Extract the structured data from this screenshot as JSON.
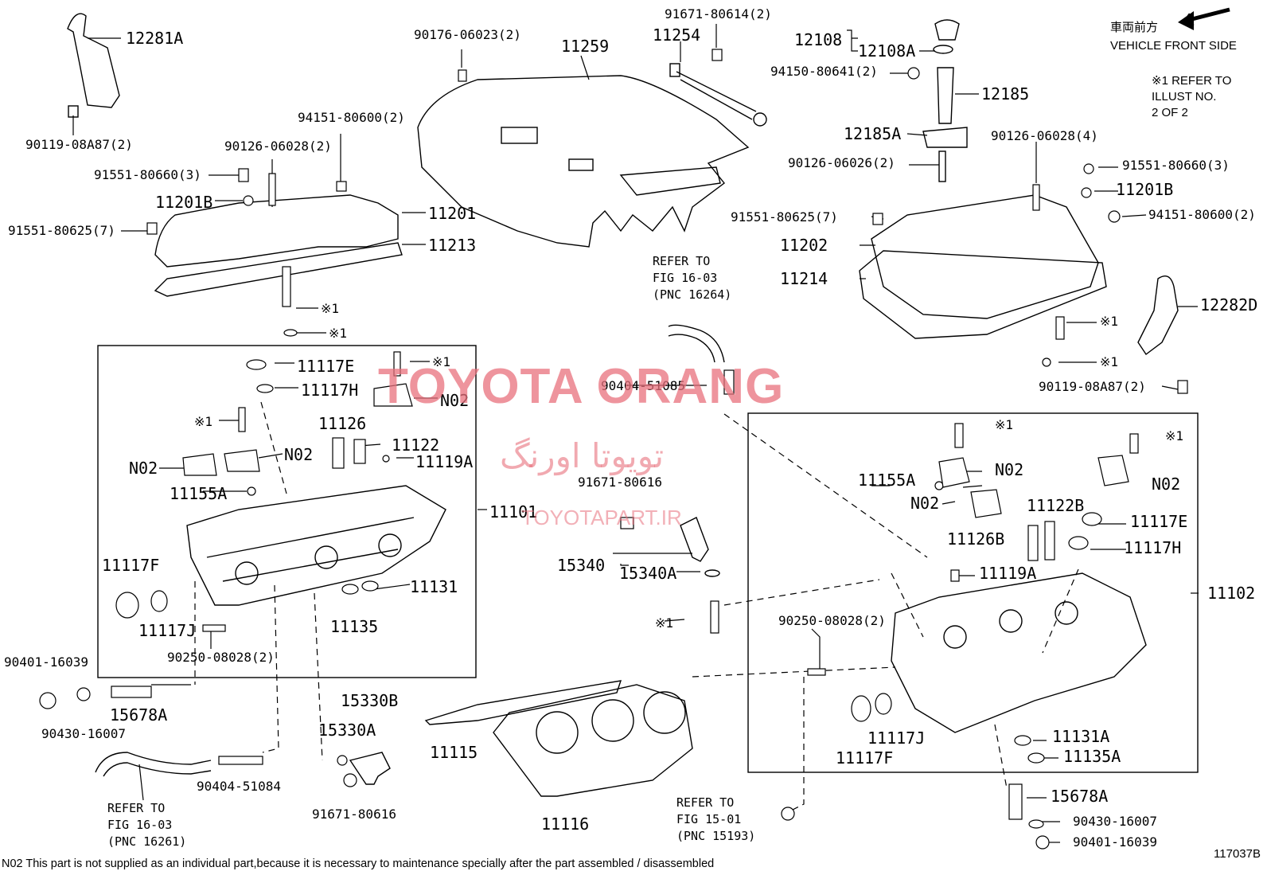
{
  "header": {
    "front_jp": "車両前方",
    "front_en": "VEHICLE FRONT SIDE",
    "refer_note": "※1 REFER TO\nILLUST NO.\n2 OF 2"
  },
  "watermark": {
    "latin": "TOYOTA ORANG",
    "persian": "تویوتا اورنگ",
    "site": "TOYOTAPART.IR",
    "color": "#e8707c"
  },
  "references": {
    "fig_16_03_top": "REFER TO\nFIG 16-03\n(PNC 16264)",
    "fig_16_03_bottom": "REFER TO\nFIG 16-03\n(PNC 16261)",
    "fig_15_01": "REFER TO\nFIG 15-01\n(PNC 15193)"
  },
  "parts": {
    "p12281A": "12281A",
    "p90119_a": "90119-08A87(2)",
    "p90176": "90176-06023(2)",
    "p11259": "11259",
    "p91671_80614": "91671-80614(2)",
    "p11254": "11254",
    "p12108": "12108",
    "p12108A": "12108A",
    "p94150": "94150-80641(2)",
    "p12185": "12185",
    "p12185A": "12185A",
    "p90126_06026": "90126-06026(2)",
    "p90126_06028_4": "90126-06028(4)",
    "p91551_80660_3b": "91551-80660(3)",
    "p11201B_b": "11201B",
    "p94151_b": "94151-80600(2)",
    "p91551_80625_b": "91551-80625(7)",
    "p11202": "11202",
    "p11214": "11214",
    "p12282D": "12282D",
    "x1_r1": "※1",
    "x1_r2": "※1",
    "p90119_b": "90119-08A87(2)",
    "p94151_a": "94151-80600(2)",
    "p90126_06028_2": "90126-06028(2)",
    "p91551_80660_3a": "91551-80660(3)",
    "p11201B_a": "11201B",
    "p11201": "11201",
    "p91551_80625_a": "91551-80625(7)",
    "p11213": "11213",
    "x1_a": "※1",
    "x1_b": "※1",
    "p11117E_a": "11117E",
    "x1_c": "※1",
    "p11117H_a": "11117H",
    "n02_a": "N02",
    "x1_d": "※1",
    "p11126": "11126",
    "p11122": "11122",
    "n02_b": "N02",
    "n02_c": "N02",
    "p11119A_a": "11119A",
    "p11155A_a": "11155A",
    "p11101": "11101",
    "p11117F_a": "11117F",
    "p11117J_a": "11117J",
    "p11131": "11131",
    "p11135": "11135",
    "p90250_a": "90250-08028(2)",
    "p90401_a": "90401-16039",
    "p90430_a": "90430-16007",
    "p15678A_a": "15678A",
    "p90404_51084": "90404-51084",
    "p15330B": "15330B",
    "p15330A": "15330A",
    "p91671_80616_b": "91671-80616",
    "p11115": "11115",
    "p11116": "11116",
    "p90404_51085": "90404-51085",
    "p91671_80616_a": "91671-80616",
    "p15340": "15340",
    "p15340A": "15340A",
    "x1_e": "※1",
    "x1_f": "※1",
    "x1_g": "※1",
    "p11155A_b": "11155A",
    "n02_d": "N02",
    "n02_e": "N02",
    "n02_f": "N02",
    "p11122B": "11122B",
    "p11117E_b": "11117E",
    "p11126B": "11126B",
    "p11117H_b": "11117H",
    "p11119A_b": "11119A",
    "p11102": "11102",
    "p90250_b": "90250-08028(2)",
    "p11117J_b": "11117J",
    "p11117F_b": "11117F",
    "p11131A": "11131A",
    "p11135A": "11135A",
    "p15678A_b": "15678A",
    "p90430_b": "90430-16007",
    "p90401_b": "90401-16039"
  },
  "footer": {
    "note": "N02 This part is not supplied as an individual part,because it is necessary to maintenance specially after the part assembled / disassembled",
    "figure_no": "117037B"
  }
}
